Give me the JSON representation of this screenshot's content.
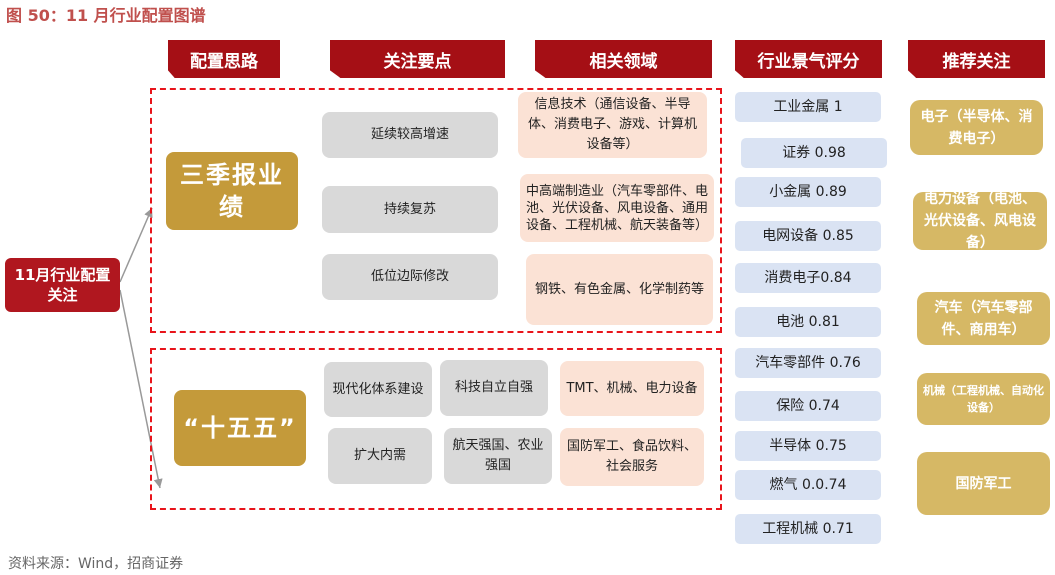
{
  "title": "图 50：11 月行业配置图谱",
  "headers": [
    "配置思路",
    "关注要点",
    "相关领域",
    "行业景气评分",
    "推荐关注"
  ],
  "root_label": "11月行业配置关注",
  "group1": {
    "label": "三季报业绩",
    "points": [
      "延续较高增速",
      "持续复苏",
      "低位边际修改"
    ],
    "fields": [
      "信息技术（通信设备、半导体、消费电子、游戏、计算机设备等）",
      "中高端制造业（汽车零部件、电池、光伏设备、风电设备、通用设备、工程机械、航天装备等）",
      "钢铁、有色金属、化学制药等"
    ]
  },
  "group2": {
    "label": "“十五五”",
    "points": [
      "现代化体系建设",
      "科技自立自强",
      "扩大内需",
      "航天强国、农业强国"
    ],
    "fields": [
      "TMT、机械、电力设备",
      "国防军工、食品饮料、社会服务"
    ]
  },
  "scores": [
    "工业金属 1",
    "证券 0.98",
    "小金属 0.89",
    "电网设备 0.85",
    "消费电子0.84",
    "电池 0.81",
    "汽车零部件 0.76",
    "保险 0.74",
    "半导体 0.75",
    "燃气 0.0.74",
    "工程机械 0.71"
  ],
  "recommend": [
    "电子（半导体、消费电子）",
    "电力设备（电池、光伏设备、风电设备）",
    "汽车（汽车零部件、商用车）",
    "机械（工程机械、自动化设备）",
    "国防军工"
  ],
  "source": "资料来源：Wind，招商证券"
}
